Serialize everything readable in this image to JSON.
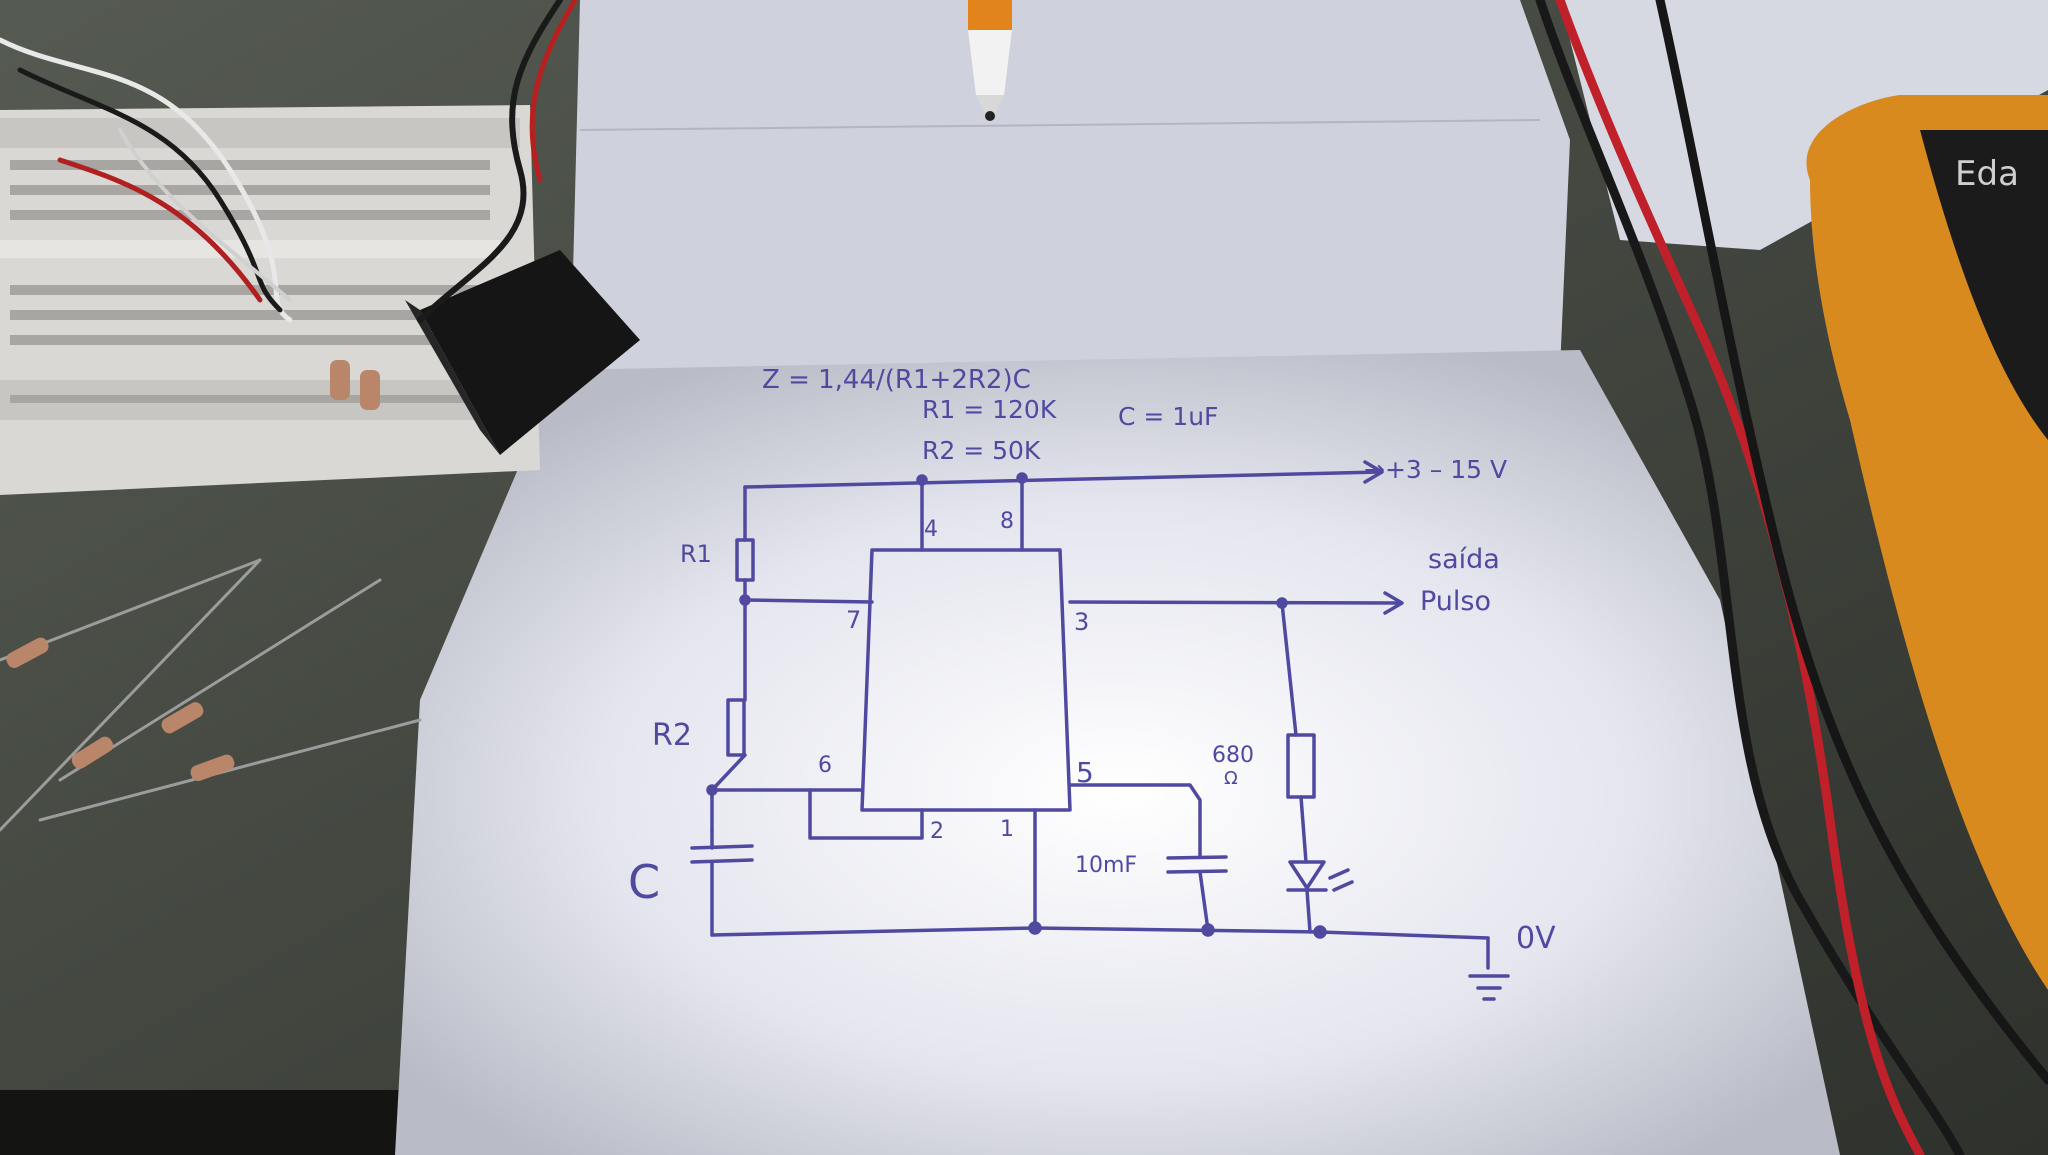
{
  "formula": {
    "period": "Z = 1,44/(R1+2R2)C",
    "r1_value": "R1 = 120K",
    "r2_value": "R2 = 50K",
    "c_value": "C = 1uF"
  },
  "rails": {
    "supply": "→+3 – 15 V",
    "ground": "0V"
  },
  "output": {
    "line1": "saída",
    "line2": "Pulso"
  },
  "components": {
    "r1": "R1",
    "r2": "R2",
    "c": "C",
    "r_led": "680",
    "r_led_unit": "Ω",
    "c_ctrl": "10mF"
  },
  "pins": {
    "p4": "4",
    "p8": "8",
    "p7": "7",
    "p3": "3",
    "p6": "6",
    "p5": "5",
    "p2": "2",
    "p1": "1"
  },
  "meter_brand": "Eda",
  "colors": {
    "ink": "#4f4aa0",
    "paper": "#e8e8ef",
    "desk": "#3d4139",
    "wire_red": "#c0202a",
    "meter_orange": "#d88a1e"
  }
}
